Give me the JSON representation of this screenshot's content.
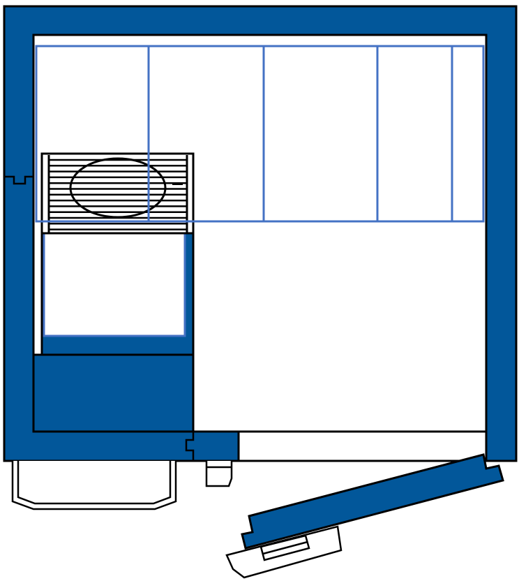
{
  "title": "",
  "colors": {
    "wall": "#02579A",
    "outline": "#000000",
    "grid": "#4472C4",
    "background": "#FFFFFF"
  },
  "shelving": {
    "columns": 5,
    "rows": 1
  },
  "door": {
    "state": "open"
  }
}
